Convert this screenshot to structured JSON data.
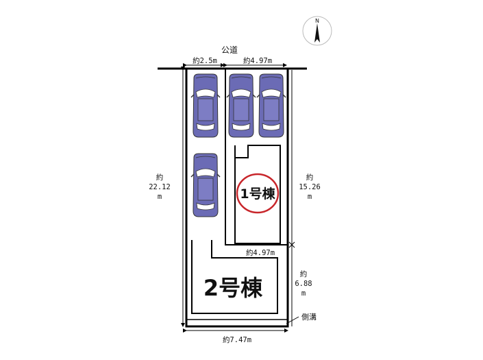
{
  "compass": {
    "north_label": "N"
  },
  "road_label": "公道",
  "dimensions": {
    "top_left_width": "約2.5m",
    "top_right_width": "約4.97m",
    "left_height": [
      "約",
      "22.12",
      "m"
    ],
    "right_upper_height": [
      "約",
      "15.26",
      "m"
    ],
    "middle_width": "約4.97m",
    "right_lower_height": [
      "約",
      "6.88",
      "m"
    ],
    "bottom_width": "約7.47m"
  },
  "buildings": {
    "building1": "1号棟",
    "building2": "2号棟"
  },
  "gutter_label": "側溝",
  "colors": {
    "car": "#6b6bb5",
    "highlight_circle": "#c8262b",
    "lines": "#000000"
  }
}
